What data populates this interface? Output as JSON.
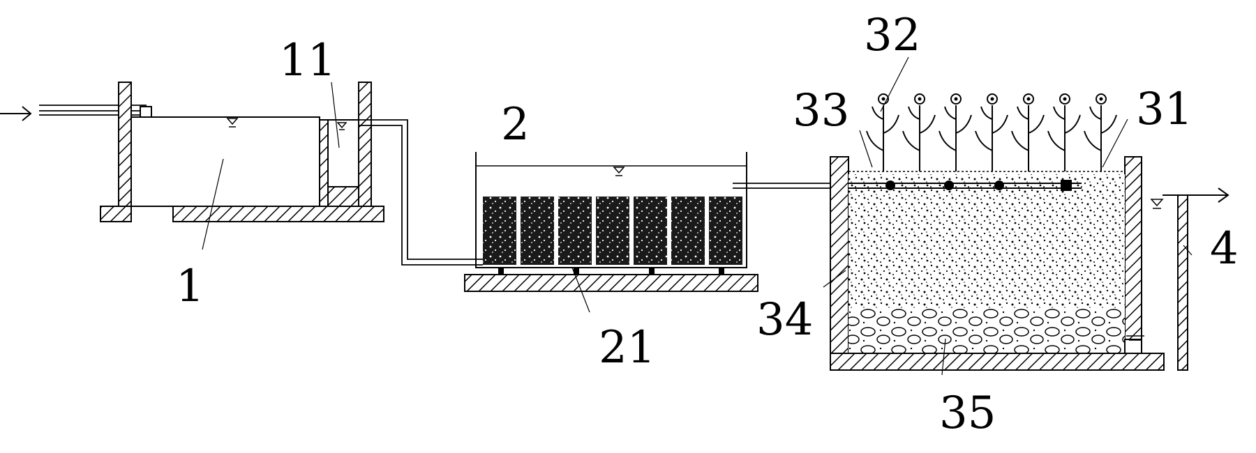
{
  "labels": {
    "l1": "1",
    "l11": "11",
    "l2": "2",
    "l21": "21",
    "l31": "31",
    "l32": "32",
    "l33": "33",
    "l34": "34",
    "l35": "35",
    "l4": "4"
  },
  "colors": {
    "ink": "#000000",
    "media": "#1a1a1a",
    "paper": "#ffffff"
  }
}
